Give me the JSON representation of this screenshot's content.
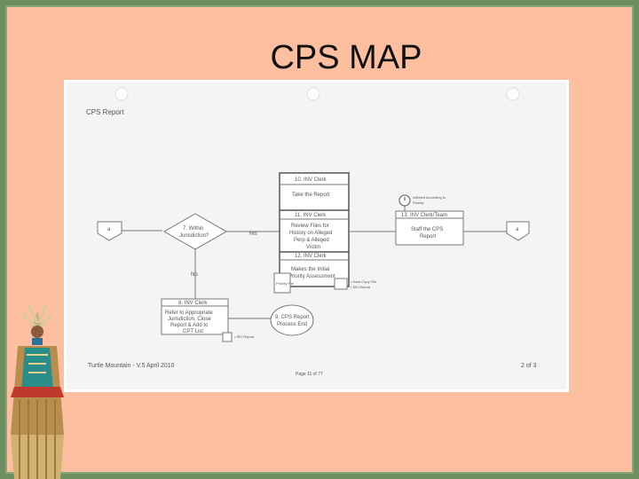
{
  "slide": {
    "title": "CPS MAP"
  },
  "document": {
    "header": "CPS Report",
    "footer_left": "Turtle Mountain - V.5 April 2010",
    "footer_center": "Page 11 of 77",
    "footer_right": "2 of 3",
    "connector_a_left": "a",
    "connector_a_right": "a",
    "decision": {
      "line1": "7. Within",
      "line2": "Jurisdiction?"
    },
    "yes_label": "Yes",
    "no_label": "No",
    "clerk10": {
      "title": "10. INV Clerk",
      "body1": "Take the Report"
    },
    "clerk11": {
      "title": "11. INV Clerk",
      "body1": "Review Files for",
      "body2": "History on Alleged",
      "body3": "Perp & Alleged",
      "body4": "Victim"
    },
    "clerk12": {
      "title": "12. INV Clerk",
      "body1": "Makes the Initial",
      "body2": "Priority Assessment"
    },
    "file_icon_label": "Priority File",
    "hardcopy_note1": "• Hard Copy File",
    "hardcopy_note2": "• SID Report",
    "timer_note1": "Initiated According to",
    "timer_note2": "Priority",
    "clerk13": {
      "title": "13. INV Clerk/Team",
      "body1": "Staff the CPS",
      "body2": "Report"
    },
    "clerk8": {
      "title": "8. INV Clerk",
      "body1": "Refer to Appropriate",
      "body2": "Jurisdiction, Close",
      "body3": "Report & Add to",
      "body4": "CPT List"
    },
    "end": {
      "line1": "9. CPS Report",
      "line2": "Process End"
    },
    "sid_note": "• SID Report"
  }
}
